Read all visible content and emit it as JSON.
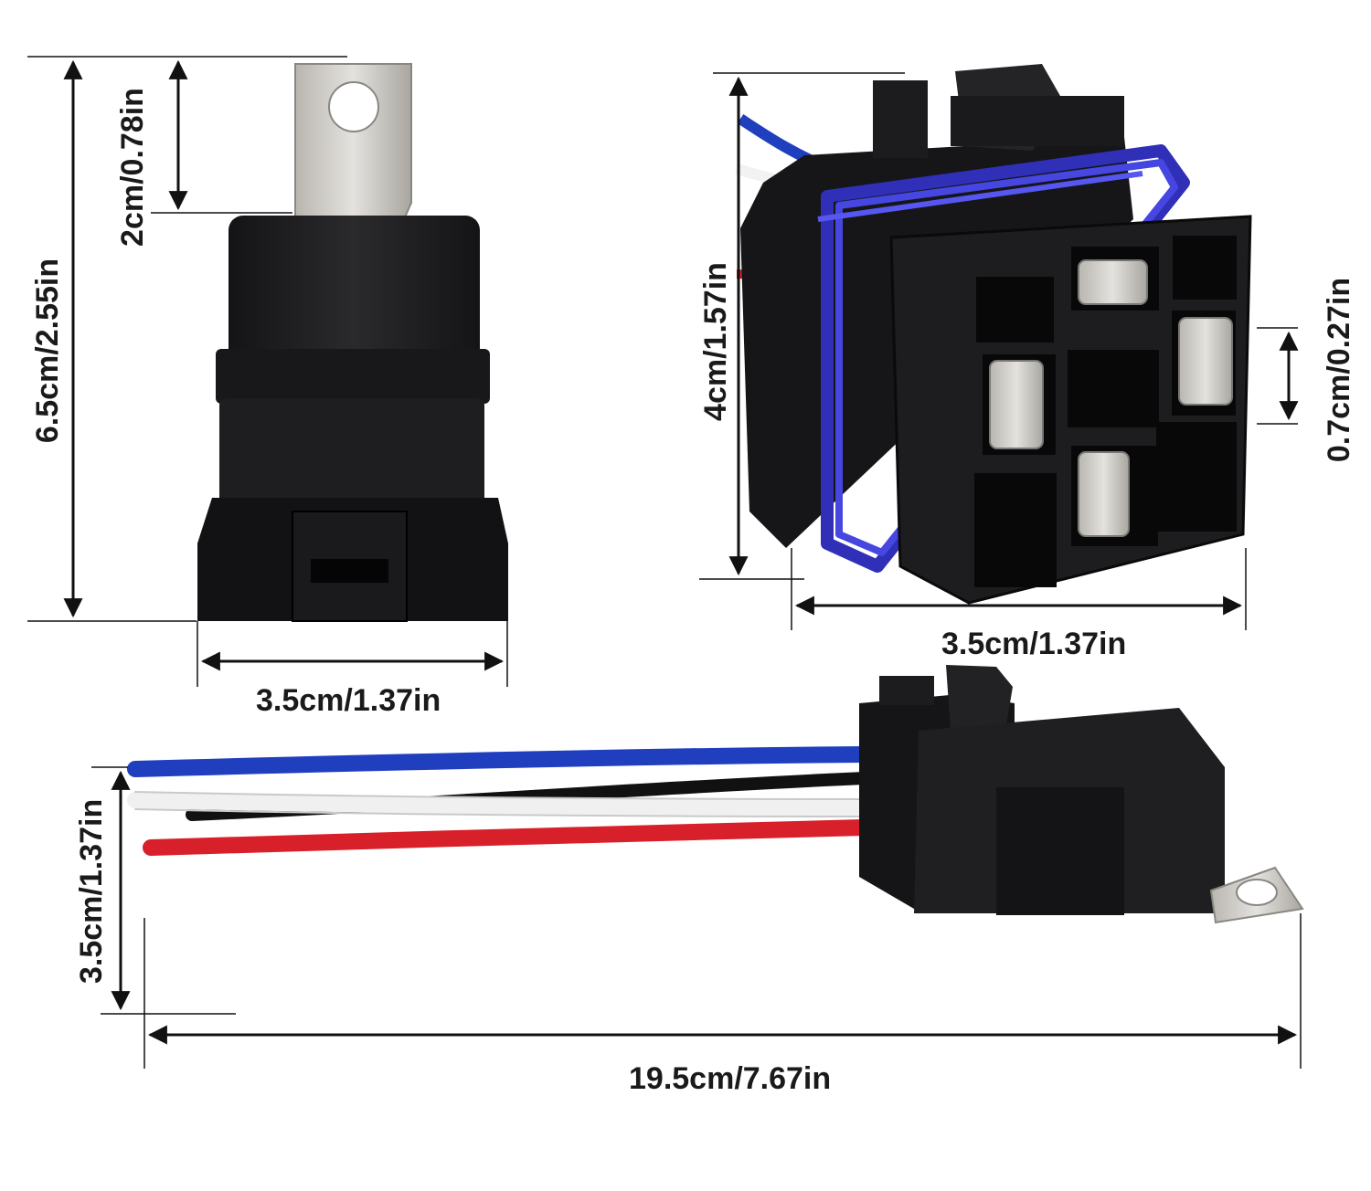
{
  "dimensions": {
    "relay_total_height": "6.5cm/2.55in",
    "relay_tab_height": "2cm/0.78in",
    "relay_width": "3.5cm/1.37in",
    "socket_height": "4cm/1.57in",
    "socket_width": "3.5cm/1.37in",
    "socket_pin_spacing": "0.7cm/0.27in",
    "assembly_height": "3.5cm/1.37in",
    "assembly_length": "19.5cm/7.67in"
  },
  "wire_colors": {
    "blue": "#1f3fbf",
    "black": "#111111",
    "white": "#f4f4f4",
    "red": "#d8202a"
  },
  "socket_seal_color": "#3a3ad8",
  "housing_color": "#1c1c1e"
}
